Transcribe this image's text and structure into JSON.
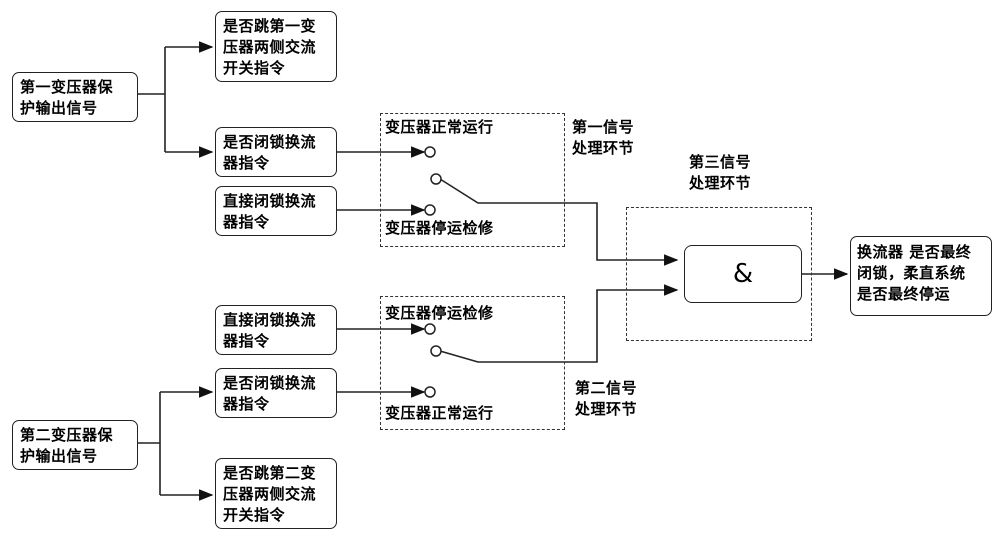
{
  "inputs": {
    "t1_protection": "第一变压器保\n护输出信号",
    "t2_protection": "第二变压器保\n护输出信号"
  },
  "commands": {
    "trip_t1_ac": "是否跳第一变\n压器两侧交流\n开关指令",
    "lock_conv_1": "是否闭锁换流\n器指令",
    "direct_lock_1": "直接闭锁换流\n器指令",
    "direct_lock_2": "直接闭锁换流\n器指令",
    "lock_conv_2": "是否闭锁换流\n器指令",
    "trip_t2_ac": "是否跳第二变\n压器两侧交流\n开关指令"
  },
  "stage1": {
    "title": "第一信号\n处理环节",
    "normal_label": "变压器正常运行",
    "outage_label": "变压器停运检修"
  },
  "stage2": {
    "title": "第二信号\n处理环节",
    "outage_label": "变压器停运检修",
    "normal_label": "变压器正常运行"
  },
  "stage3": {
    "title": "第三信号\n处理环节",
    "and_symbol": "&"
  },
  "output": {
    "text": "换流器 是否最终\n闭锁，柔直系统\n是否最终停运"
  }
}
